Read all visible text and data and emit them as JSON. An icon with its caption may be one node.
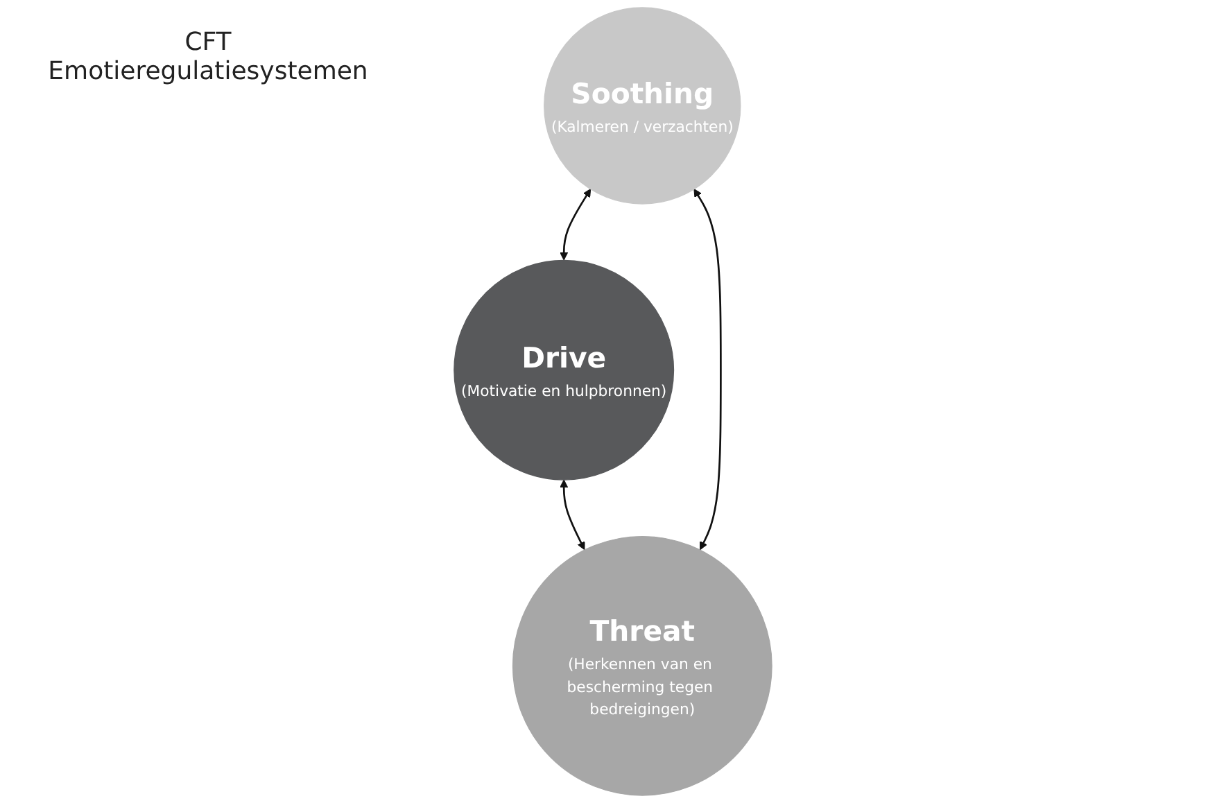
{
  "diagram": {
    "nodes": [
      {
        "text": [
          "Drive",
          "(Motivatie en hulpbronnen)"
        ]
      },
      {
        "text": [
          "Soothing",
          "(Kalmeren / verzachten)"
        ]
      },
      {
        "text": [
          "Threat",
          "(Herkennen van en bescherming tegen bedreigingen)"
        ]
      }
    ],
    "edges": [
      {
        "from": 0,
        "to": 1,
        "arrow": "both"
      },
      {
        "from": 2,
        "to": 0,
        "arrow": "both"
      },
      {
        "from": 2,
        "to": 1,
        "arrow": "both"
      }
    ],
    "labels": [
      "CFT Emotieregulatiesystemen"
    ]
  }
}
